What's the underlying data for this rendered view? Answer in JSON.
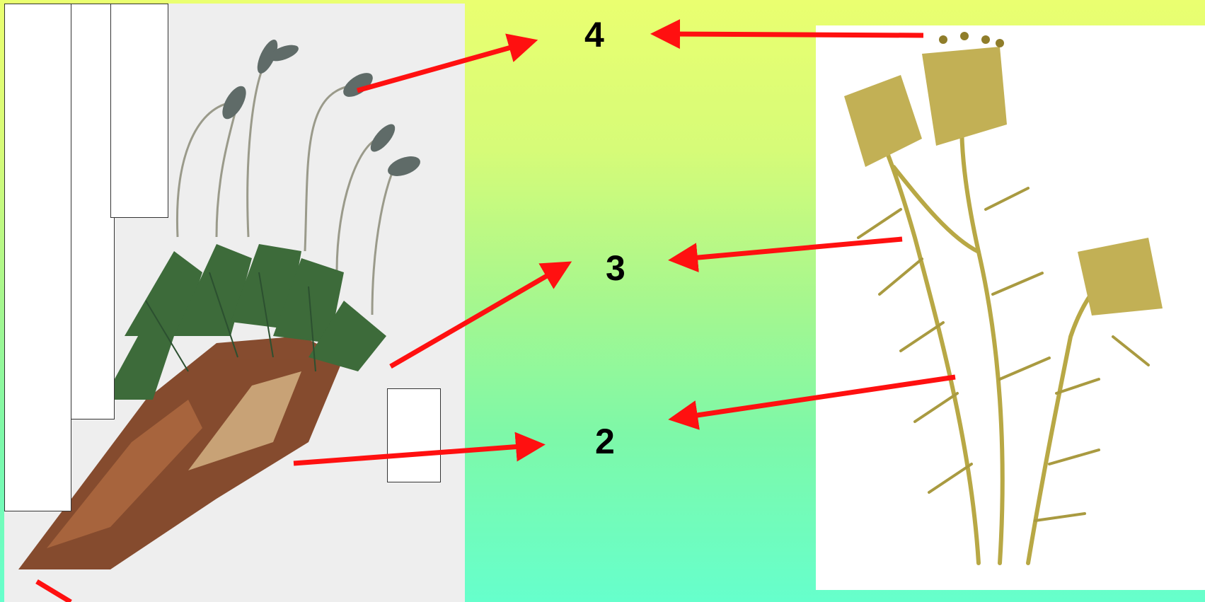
{
  "labels": {
    "top": "4",
    "middle": "3",
    "bottom": "2"
  },
  "colors": {
    "arrow": "#ff1010",
    "moss_green": "#3d6b3a",
    "moss_brown": "#7a3a1a",
    "dry_moss": "#b8a845"
  },
  "illustrations": {
    "left": "haircap-moss-icon",
    "right": "dry-moss-icon"
  }
}
